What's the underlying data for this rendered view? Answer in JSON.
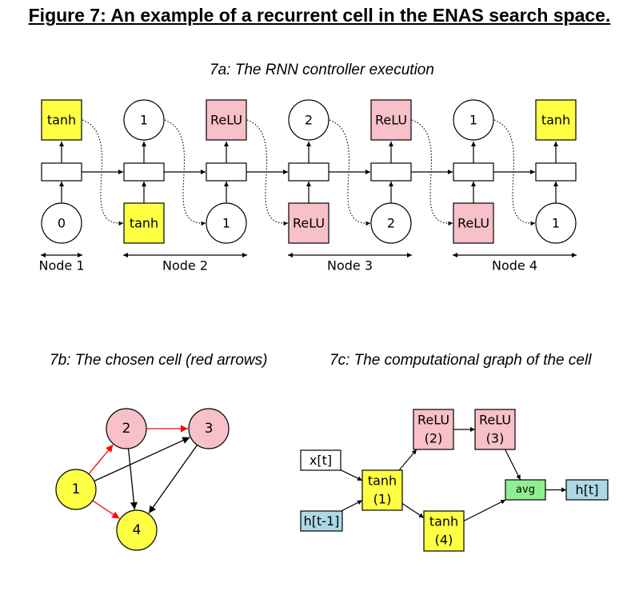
{
  "figure_title": "Figure 7: An example of a recurrent cell in the ENAS search space.",
  "captions": {
    "a": "7a: The RNN controller execution",
    "b": "7b: The chosen cell (red arrows)",
    "c": "7c: The computational graph of the cell"
  },
  "colors": {
    "tanh": "#ffff44",
    "relu": "#f8c0c8",
    "input": "#add8e6",
    "avg": "#90ee90",
    "white": "#ffffff",
    "chosen_arrow": "#ff0000",
    "arrow": "#000000"
  },
  "controller": {
    "outputs": [
      {
        "text": "tanh",
        "kind": "tanh"
      },
      {
        "text": "1",
        "kind": "index"
      },
      {
        "text": "ReLU",
        "kind": "relu"
      },
      {
        "text": "2",
        "kind": "index"
      },
      {
        "text": "ReLU",
        "kind": "relu"
      },
      {
        "text": "1",
        "kind": "index"
      },
      {
        "text": "tanh",
        "kind": "tanh"
      }
    ],
    "inputs": [
      {
        "text": "0",
        "kind": "index"
      },
      {
        "text": "tanh",
        "kind": "tanh"
      },
      {
        "text": "1",
        "kind": "index"
      },
      {
        "text": "ReLU",
        "kind": "relu"
      },
      {
        "text": "2",
        "kind": "index"
      },
      {
        "text": "ReLU",
        "kind": "relu"
      },
      {
        "text": "1",
        "kind": "index"
      }
    ],
    "node_labels": [
      "Node 1",
      "Node 2",
      "Node 3",
      "Node 4"
    ]
  },
  "cell_graph": {
    "nodes": [
      {
        "id": "1",
        "label": "1",
        "kind": "tanh"
      },
      {
        "id": "2",
        "label": "2",
        "kind": "relu"
      },
      {
        "id": "3",
        "label": "3",
        "kind": "relu"
      },
      {
        "id": "4",
        "label": "4",
        "kind": "tanh"
      }
    ],
    "edges": [
      {
        "from": "1",
        "to": "2",
        "chosen": true
      },
      {
        "from": "2",
        "to": "3",
        "chosen": true
      },
      {
        "from": "1",
        "to": "4",
        "chosen": true
      },
      {
        "from": "1",
        "to": "3",
        "chosen": false
      },
      {
        "from": "2",
        "to": "4",
        "chosen": false
      },
      {
        "from": "3",
        "to": "4",
        "chosen": false
      }
    ]
  },
  "comp_graph": {
    "nodes": [
      {
        "id": "xt",
        "lines": [
          "x[t]"
        ],
        "kind": "white"
      },
      {
        "id": "ht1",
        "lines": [
          "h[t-1]"
        ],
        "kind": "input"
      },
      {
        "id": "tanh1",
        "lines": [
          "tanh",
          "(1)"
        ],
        "kind": "tanh"
      },
      {
        "id": "relu2",
        "lines": [
          "ReLU",
          "(2)"
        ],
        "kind": "relu"
      },
      {
        "id": "relu3",
        "lines": [
          "ReLU",
          "(3)"
        ],
        "kind": "relu"
      },
      {
        "id": "tanh4",
        "lines": [
          "tanh",
          "(4)"
        ],
        "kind": "tanh"
      },
      {
        "id": "avg",
        "lines": [
          "avg"
        ],
        "kind": "avg"
      },
      {
        "id": "ht",
        "lines": [
          "h[t]"
        ],
        "kind": "input"
      }
    ],
    "edges": [
      {
        "from": "xt",
        "to": "tanh1"
      },
      {
        "from": "ht1",
        "to": "tanh1"
      },
      {
        "from": "tanh1",
        "to": "relu2"
      },
      {
        "from": "relu2",
        "to": "relu3"
      },
      {
        "from": "tanh1",
        "to": "tanh4"
      },
      {
        "from": "relu3",
        "to": "avg"
      },
      {
        "from": "tanh4",
        "to": "avg"
      },
      {
        "from": "avg",
        "to": "ht"
      }
    ]
  }
}
